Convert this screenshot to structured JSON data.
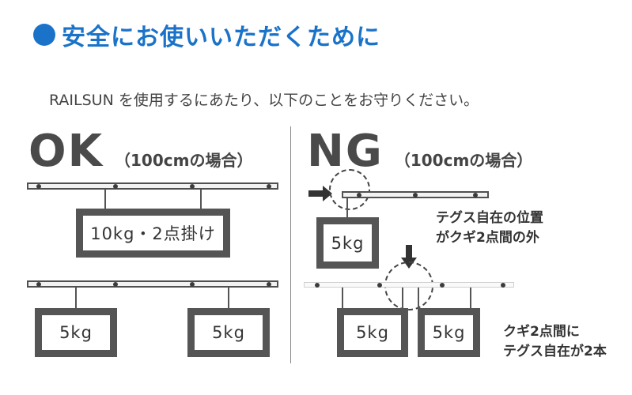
{
  "heading": {
    "text": "安全にお使いいただくために",
    "accent_color": "#1a73c9"
  },
  "intro": "RAILSUN を使用するにあたり、以下のことをお守りください。",
  "ok_panel": {
    "big_label": "OK",
    "subtitle": "（100cmの場合）",
    "frame_single_label": "10kg・2点掛け",
    "frame_left_label": "5kg",
    "frame_right_label": "5kg"
  },
  "ng_panel": {
    "big_label": "NG",
    "subtitle": "（100cmの場合）",
    "frame_top_label": "5kg",
    "frame_bottom_left_label": "5kg",
    "frame_bottom_right_label": "5kg",
    "note_top_line1": "テグス自在の位置",
    "note_top_line2": "がクギ2点間の外",
    "note_bottom_line1": "クギ2点間に",
    "note_bottom_line2": "テグス自在が2本"
  }
}
